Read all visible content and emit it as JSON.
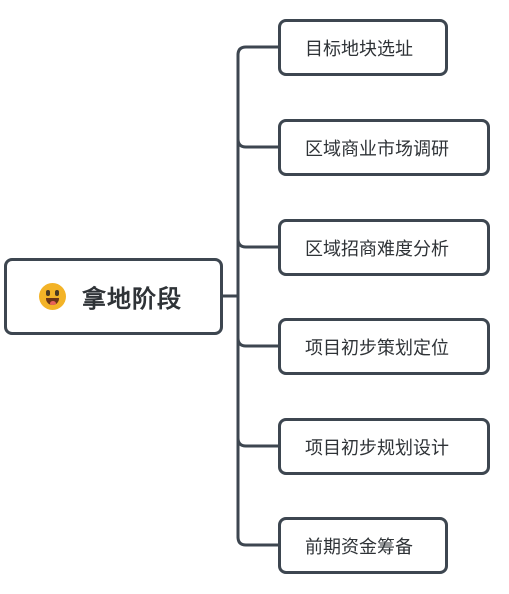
{
  "root": {
    "label": "拿地阶段",
    "icon": "grinning-tongue-emoji-icon"
  },
  "children": [
    {
      "label": "目标地块选址"
    },
    {
      "label": "区域商业市场调研"
    },
    {
      "label": "区域招商难度分析"
    },
    {
      "label": "项目初步策划定位"
    },
    {
      "label": "项目初步规划设计"
    },
    {
      "label": "前期资金筹备"
    }
  ],
  "colors": {
    "line": "#3d4650",
    "text": "#2f3337",
    "emoji": "#f3b327"
  }
}
